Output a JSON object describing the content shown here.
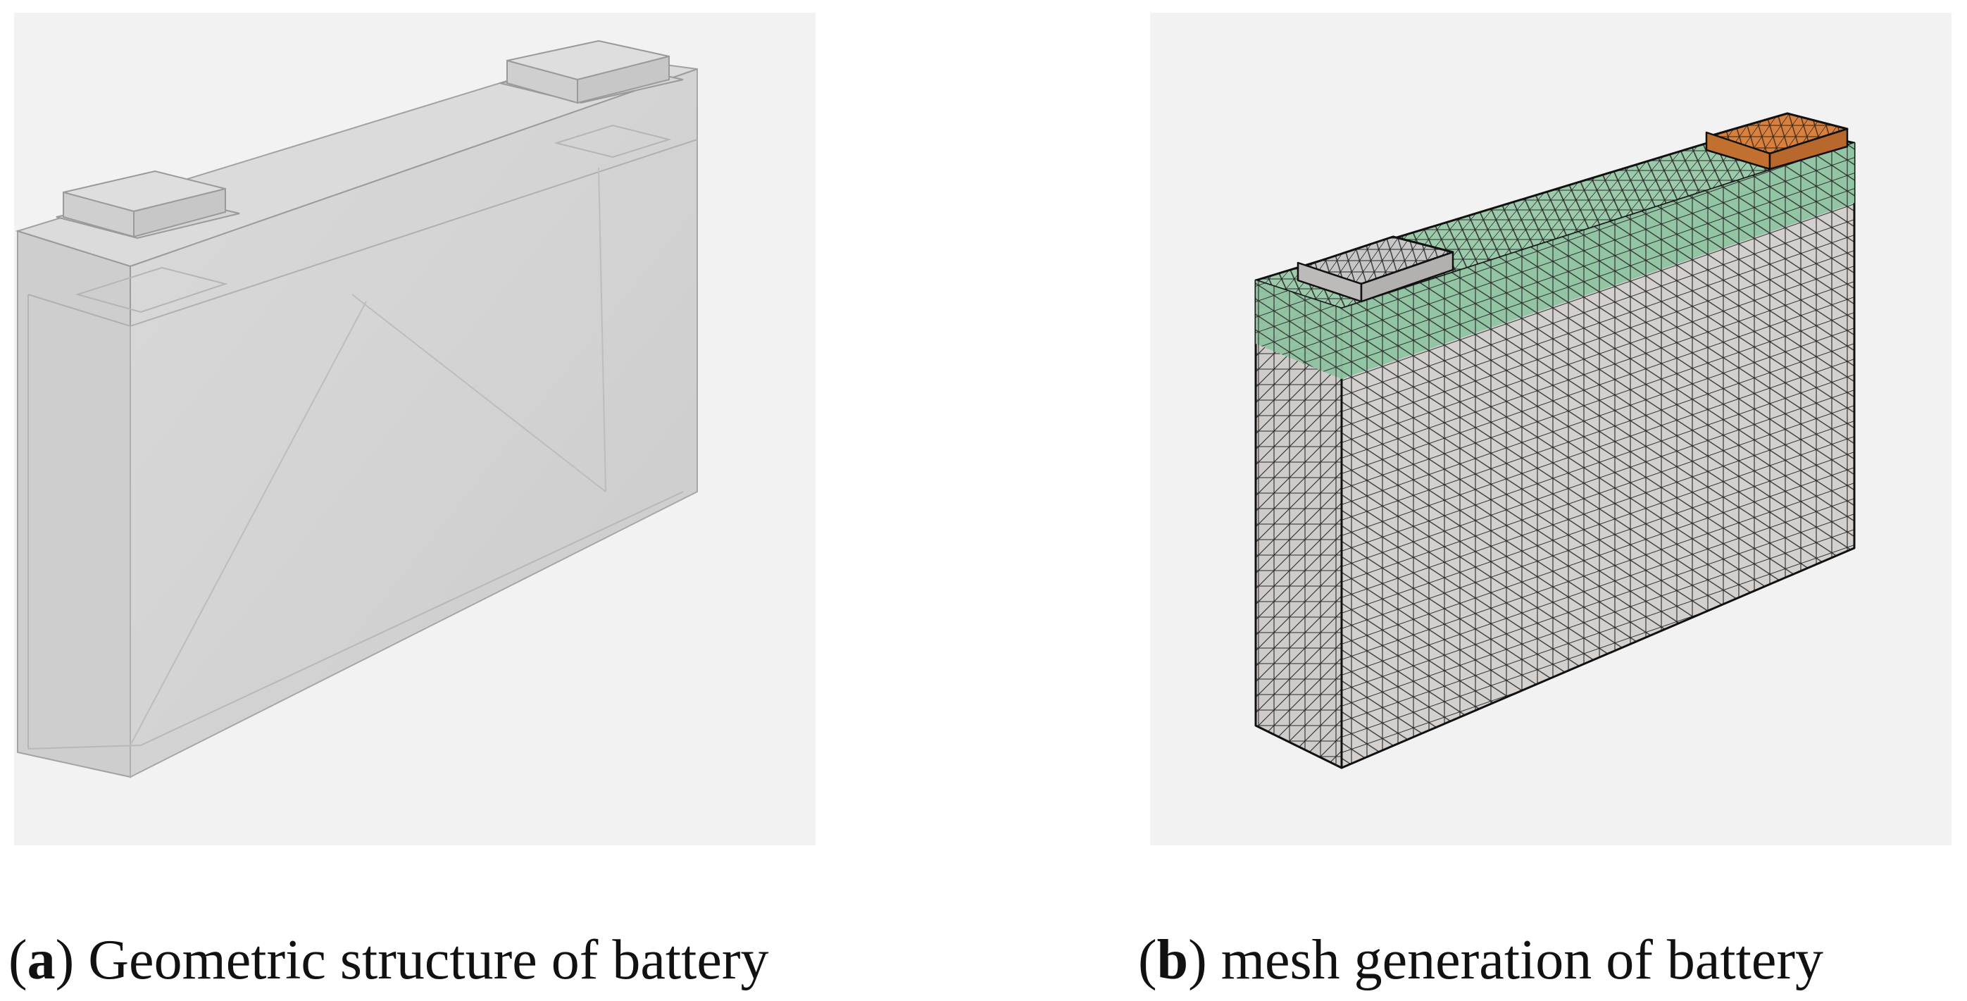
{
  "figure": {
    "panels": [
      {
        "letter": "a",
        "caption": "Geometric structure of battery"
      },
      {
        "letter": "b",
        "caption": "mesh generation of battery"
      }
    ]
  },
  "colors": {
    "panel_background": "#f2f2f2",
    "transparent_shell": "#c9c9c9",
    "mesh_body": "#d4d0ce",
    "mesh_top_band": "#8fc4a2",
    "positive_terminal": "#d9803e",
    "negative_terminal": "#c8c6c6",
    "mesh_lines": "#2a2a2a"
  }
}
